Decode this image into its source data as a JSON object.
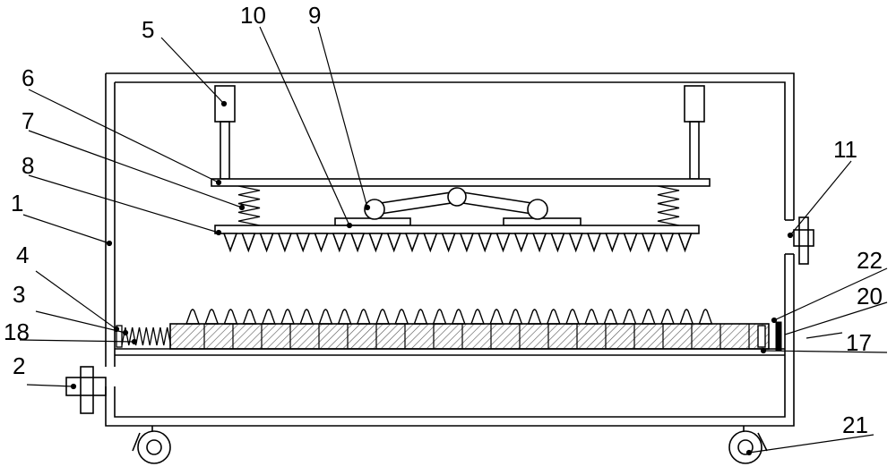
{
  "diagram": {
    "labels": {
      "l1": "1",
      "l2": "2",
      "l3": "3",
      "l4": "4",
      "l5": "5",
      "l6": "6",
      "l7": "7",
      "l8": "8",
      "l9": "9",
      "l10": "10",
      "l11": "11",
      "l17": "17",
      "l18": "18",
      "l20": "20",
      "l21": "21",
      "l22": "22"
    },
    "colors": {
      "line": "#000000",
      "hatch": "#555555",
      "background": "#ffffff"
    }
  }
}
